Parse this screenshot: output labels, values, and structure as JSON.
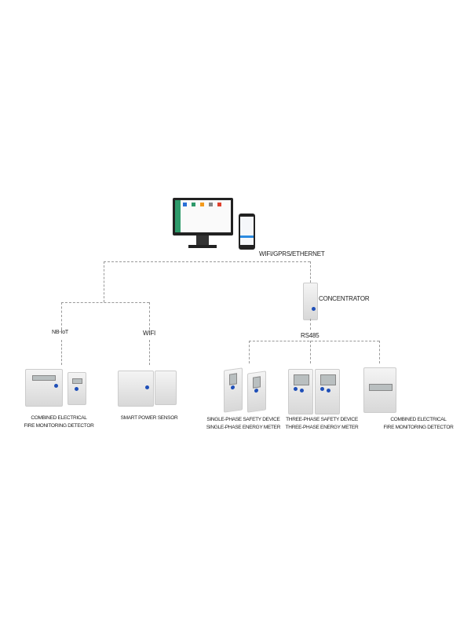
{
  "network": {
    "uplink_label": "WIFI/GPRS/ETHERNET",
    "concentrator_label": "CONCENTRATOR",
    "nbiot_label": "NB-IoT",
    "wifi_label": "WIFI",
    "rs485_label": "RS485"
  },
  "devices": [
    {
      "line1": "COMBINED ELECTRICAL",
      "line2": "FIRE MONITORING DETECTOR"
    },
    {
      "line1": "SMART POWER SENSOR"
    },
    {
      "line1": "SINGLE-PHASE SAFETY DEVICE",
      "line2": "SINGLE-PHASE ENERGY METER"
    },
    {
      "line1": "THREE-PHASE SAFETY DEVICE",
      "line2": "THREE-PHASE ENERGY METER"
    },
    {
      "line1": "COMBINED ELECTRICAL",
      "line2": "FIRE MONITORING DETECTOR"
    }
  ],
  "colors": {
    "line": "#999999",
    "accent": "#1f4fb8",
    "screen_green": "#2e9a6a"
  }
}
